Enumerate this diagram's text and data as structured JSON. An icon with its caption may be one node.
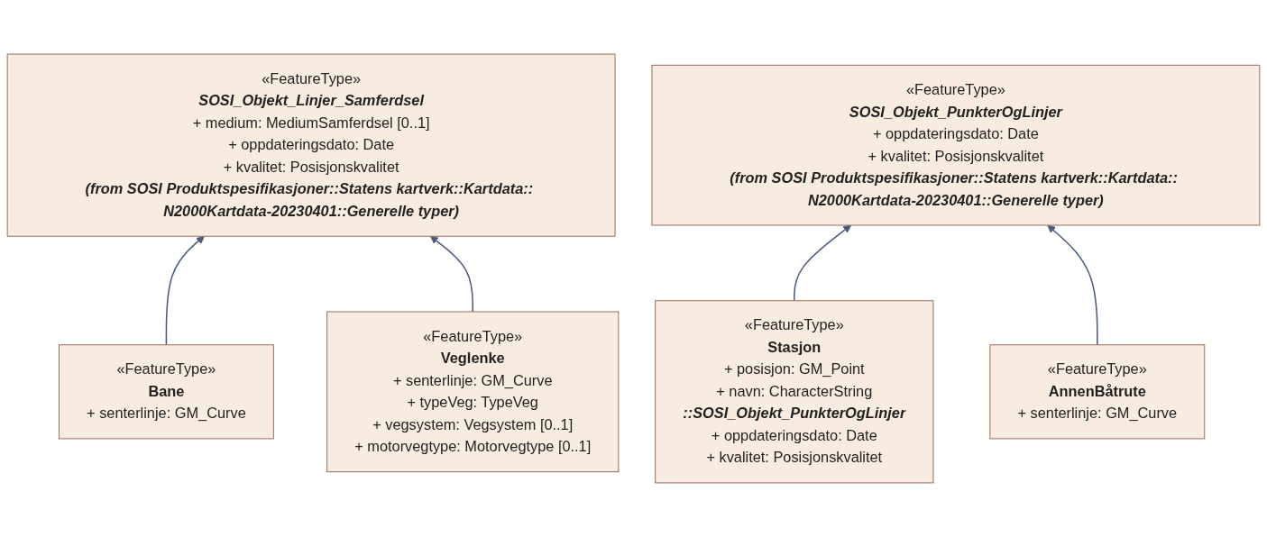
{
  "diagram": {
    "nodes": [
      {
        "text": [
          "«FeatureType»",
          "SOSI_Objekt_Linjer_Samferdsel",
          "+ medium: MediumSamferdsel [0..1]",
          "+ oppdateringsdato: Date",
          "+ kvalitet: Posisjonskvalitet",
          "(from SOSI Produktspesifikasjoner::Statens kartverk::Kartdata:: N2000Kartdata-20230401::Generelle typer)"
        ]
      },
      {
        "text": [
          "«FeatureType»",
          "SOSI_Objekt_PunkterOgLinjer",
          "+ oppdateringsdato: Date",
          "+ kvalitet: Posisjonskvalitet",
          "(from SOSI Produktspesifikasjoner::Statens kartverk::Kartdata:: N2000Kartdata-20230401::Generelle typer)"
        ]
      },
      {
        "text": [
          "«FeatureType»",
          "Bane",
          "+ senterlinje: GM_Curve"
        ]
      },
      {
        "text": [
          "«FeatureType»",
          "Veglenke",
          "+ senterlinje: GM_Curve",
          "+ typeVeg: TypeVeg",
          "+ vegsystem: Vegsystem [0..1]",
          "+ motorvegtype: Motorvegtype [0..1]"
        ]
      },
      {
        "text": [
          "«FeatureType»",
          "Stasjon",
          "+ posisjon: GM_Point",
          "+ navn: CharacterString",
          "::SOSI_Objekt_PunkterOgLinjer",
          "+ oppdateringsdato: Date",
          "+ kvalitet: Posisjonskvalitet"
        ]
      },
      {
        "text": [
          "«FeatureType»",
          "AnnenBåtrute",
          "+ senterlinje: GM_Curve"
        ]
      }
    ],
    "edges": [
      {
        "from": 2,
        "to": 0,
        "arrow": "to"
      },
      {
        "from": 3,
        "to": 0,
        "arrow": "to"
      },
      {
        "from": 4,
        "to": 1,
        "arrow": "to"
      },
      {
        "from": 5,
        "to": 1,
        "arrow": "to"
      }
    ]
  }
}
